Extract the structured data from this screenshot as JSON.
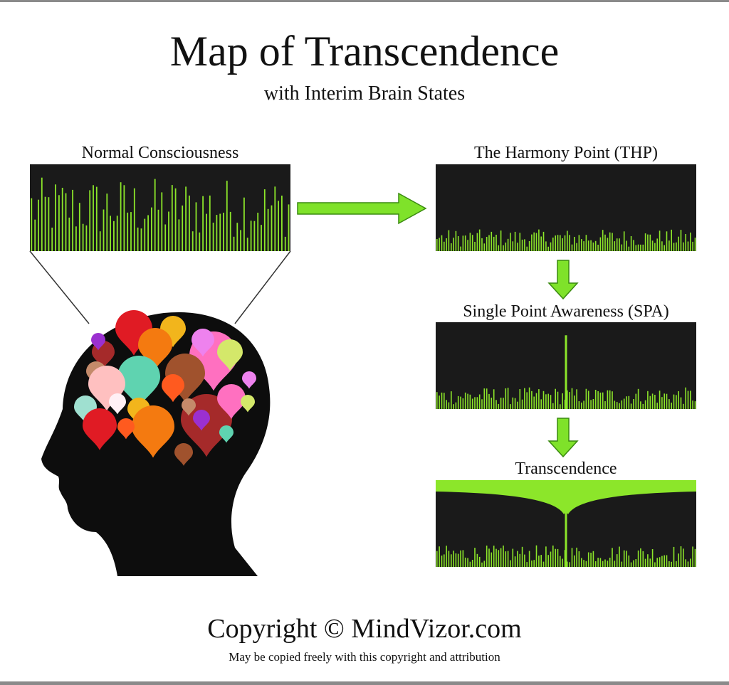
{
  "title": "Map of Transcendence",
  "subtitle": "with Interim Brain States",
  "panels": {
    "normal": {
      "label": "Normal Consciousness",
      "bars": 76,
      "min": 0.15,
      "max": 0.85
    },
    "harmony": {
      "label": "The Harmony Point (THP)",
      "bars": 110,
      "min": 0.05,
      "max": 0.25
    },
    "spa": {
      "label": "Single Point Awareness (SPA)",
      "bars": 110,
      "min": 0.05,
      "max": 0.25,
      "spike": 0.85
    },
    "transcendence": {
      "label": "Transcendence",
      "bars": 110,
      "min": 0.05,
      "max": 0.25
    }
  },
  "footer": {
    "copyright": "Copyright © MindVizor.com",
    "note": "May be copied freely with this copyright and attribution"
  },
  "colors": {
    "signal": "#8ce62a",
    "arrow": "#7fe22a",
    "arrow_outline": "#3a8a10",
    "panel_bg": "#1a1a1a",
    "head": "#0d0d0d",
    "bubbles": [
      "#e01b24",
      "#f2b51c",
      "#f47a10",
      "#a52a2a",
      "#9b30d0",
      "#ff70c0",
      "#ee82ee",
      "#d4e86a",
      "#5fd3b0",
      "#a0522d",
      "#ff5a1f",
      "#c48a6a",
      "#ffc0c0",
      "#9fe0d0",
      "#fff0f5"
    ]
  }
}
